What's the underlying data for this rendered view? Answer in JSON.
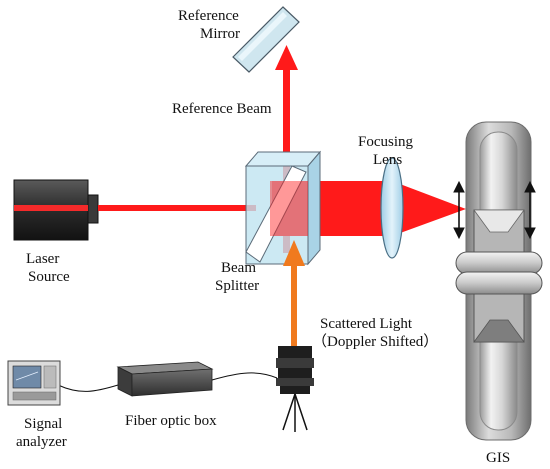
{
  "labels": {
    "reference_mirror": [
      "Reference",
      "Mirror"
    ],
    "reference_beam": "Reference Beam",
    "focusing_lens": [
      "Focusing",
      "Lens"
    ],
    "laser_source": [
      "Laser",
      "Source"
    ],
    "beam_splitter": [
      "Beam",
      "Splitter"
    ],
    "scattered_light": [
      "Scattered Light",
      "（Doppler Shifted）"
    ],
    "fiber_optic_box": "Fiber optic box",
    "signal_analyzer": [
      "Signal",
      "analyzer"
    ],
    "gis": "GIS"
  },
  "colors": {
    "laser_beam": "#ff1a1a",
    "scattered_beam": "#f07a1e",
    "splitter_cube": "#bfe3f0",
    "lens": "#b9dcef"
  },
  "icons": {
    "laser_source": "laser-source-icon",
    "reference_mirror": "mirror-icon",
    "beam_splitter": "beam-splitter-icon",
    "focusing_lens": "lens-icon",
    "camera": "camera-detector-icon",
    "fiber_optic_box": "fiber-optic-box-icon",
    "signal_analyzer": "signal-analyzer-icon",
    "gis": "gis-equipment-icon"
  }
}
